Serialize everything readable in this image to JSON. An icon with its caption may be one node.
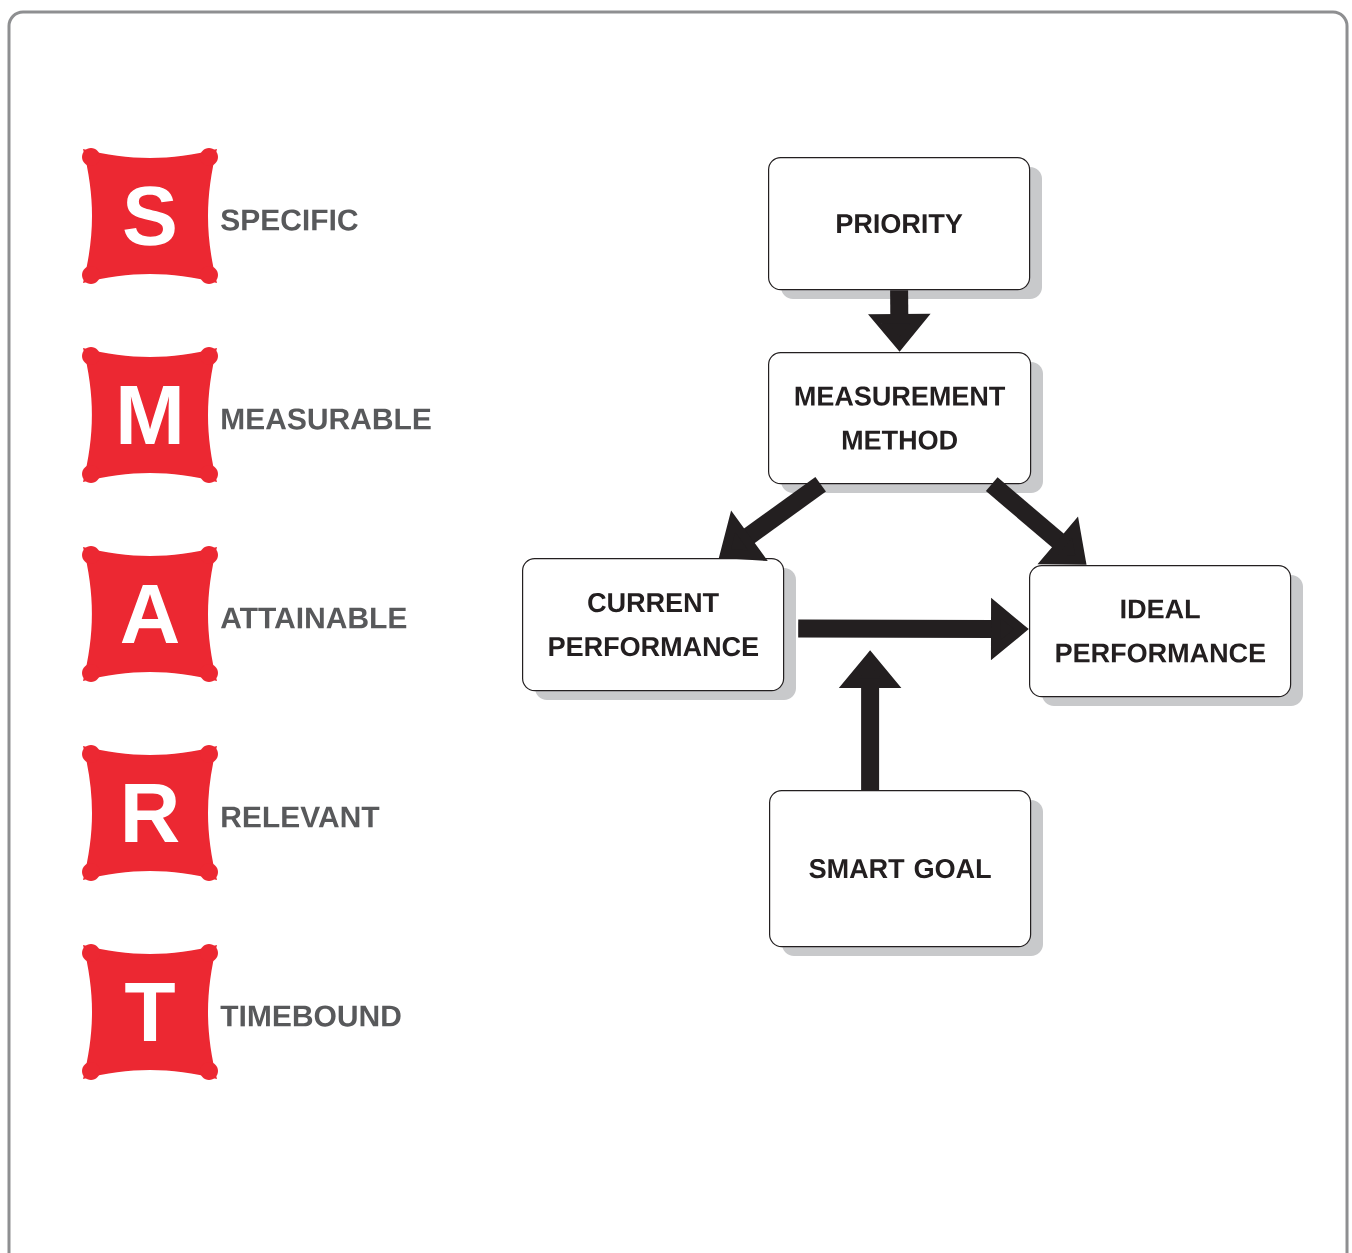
{
  "diagram": {
    "nodes": [
      {
        "text": [
          "S"
        ],
        "beside": [
          "SPECIFIC"
        ]
      },
      {
        "text": [
          "M"
        ],
        "beside": [
          "MEASURABLE"
        ]
      },
      {
        "text": [
          "A"
        ],
        "beside": [
          "ATTAINABLE"
        ]
      },
      {
        "text": [
          "R"
        ],
        "beside": [
          "RELEVANT"
        ]
      },
      {
        "text": [
          "T"
        ],
        "beside": [
          "TIMEBOUND"
        ]
      },
      {
        "text": [
          "PRIORITY"
        ]
      },
      {
        "text": [
          "MEASUREMENT METHOD"
        ]
      },
      {
        "text": [
          "CURRENT PERFORMANCE"
        ]
      },
      {
        "text": [
          "IDEAL PERFORMANCE"
        ]
      },
      {
        "text": [
          "SMART GOAL"
        ]
      }
    ],
    "edges": [
      {
        "from": 5,
        "to": 6,
        "arrow": "to"
      },
      {
        "from": 6,
        "to": 7,
        "arrow": "to"
      },
      {
        "from": 6,
        "to": 8,
        "arrow": "to"
      },
      {
        "from": 7,
        "to": 8,
        "arrow": "to"
      },
      {
        "from": 9,
        "to": null,
        "arrow": "to"
      }
    ]
  }
}
